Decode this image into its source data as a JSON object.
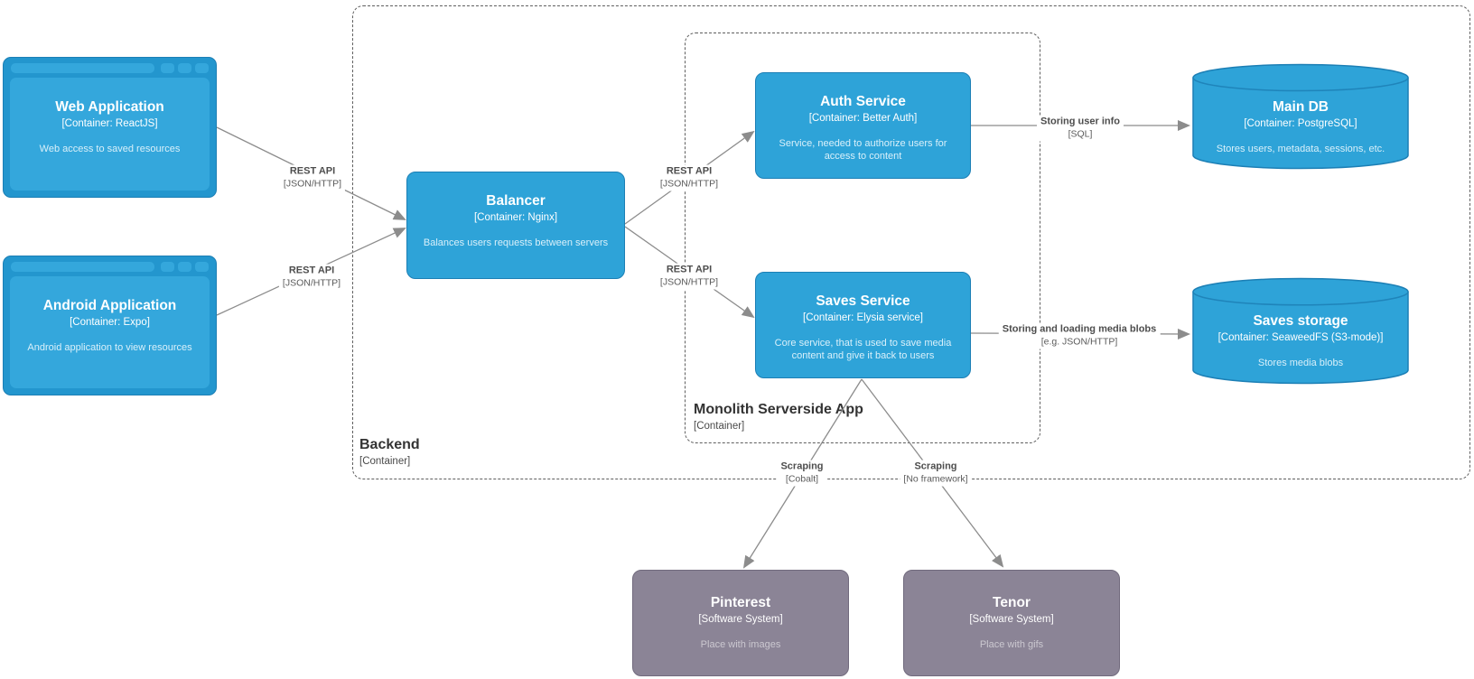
{
  "colors": {
    "container_blue": "#2ea3d8",
    "browser_frame_blue": "#2396ce",
    "panel_blue": "#34a7dc",
    "node_border_blue": "#1c7fb5",
    "external_gray": "#8b8496",
    "line_gray": "#8c8c8c",
    "boundary_dash": "#5f5f5f"
  },
  "nodes": {
    "web_app": {
      "title": "Web Application",
      "subtitle": "[Container: ReactJS]",
      "desc": "Web access to saved resources"
    },
    "android_app": {
      "title": "Android Application",
      "subtitle": "[Container: Expo]",
      "desc": "Android application to view resources"
    },
    "balancer": {
      "title": "Balancer",
      "subtitle": "[Container: Nginx]",
      "desc": "Balances users requests between servers"
    },
    "auth_service": {
      "title": "Auth Service",
      "subtitle": "[Container: Better Auth]",
      "desc": "Service, needed to authorize users for access to content"
    },
    "saves_service": {
      "title": "Saves Service",
      "subtitle": "[Container: Elysia service]",
      "desc": "Core service, that is used to save media content and give it back to users"
    },
    "main_db": {
      "title": "Main DB",
      "subtitle": "[Container: PostgreSQL]",
      "desc": "Stores users, metadata, sessions, etc."
    },
    "saves_storage": {
      "title": "Saves storage",
      "subtitle": "[Container: SeaweedFS (S3-mode)]",
      "desc": "Stores media blobs"
    },
    "pinterest": {
      "title": "Pinterest",
      "subtitle": "[Software System]",
      "desc": "Place with images"
    },
    "tenor": {
      "title": "Tenor",
      "subtitle": "[Software System]",
      "desc": "Place with gifs"
    }
  },
  "boundaries": {
    "backend": {
      "title": "Backend",
      "subtitle": "[Container]"
    },
    "monolith": {
      "title": "Monolith Serverside App",
      "subtitle": "[Container]"
    }
  },
  "edges": {
    "web_to_balancer": {
      "label": "REST API",
      "tech": "[JSON/HTTP]"
    },
    "android_to_balancer": {
      "label": "REST API",
      "tech": "[JSON/HTTP]"
    },
    "balancer_to_auth": {
      "label": "REST API",
      "tech": "[JSON/HTTP]"
    },
    "balancer_to_saves": {
      "label": "REST API",
      "tech": "[JSON/HTTP]"
    },
    "auth_to_maindb": {
      "label": "Storing user info",
      "tech": "[SQL]"
    },
    "saves_to_storage": {
      "label": "Storing and loading media blobs",
      "tech": "[e.g. JSON/HTTP]"
    },
    "saves_to_pinterest": {
      "label": "Scraping",
      "tech": "[Cobalt]"
    },
    "saves_to_tenor": {
      "label": "Scraping",
      "tech": "[No framework]"
    }
  }
}
